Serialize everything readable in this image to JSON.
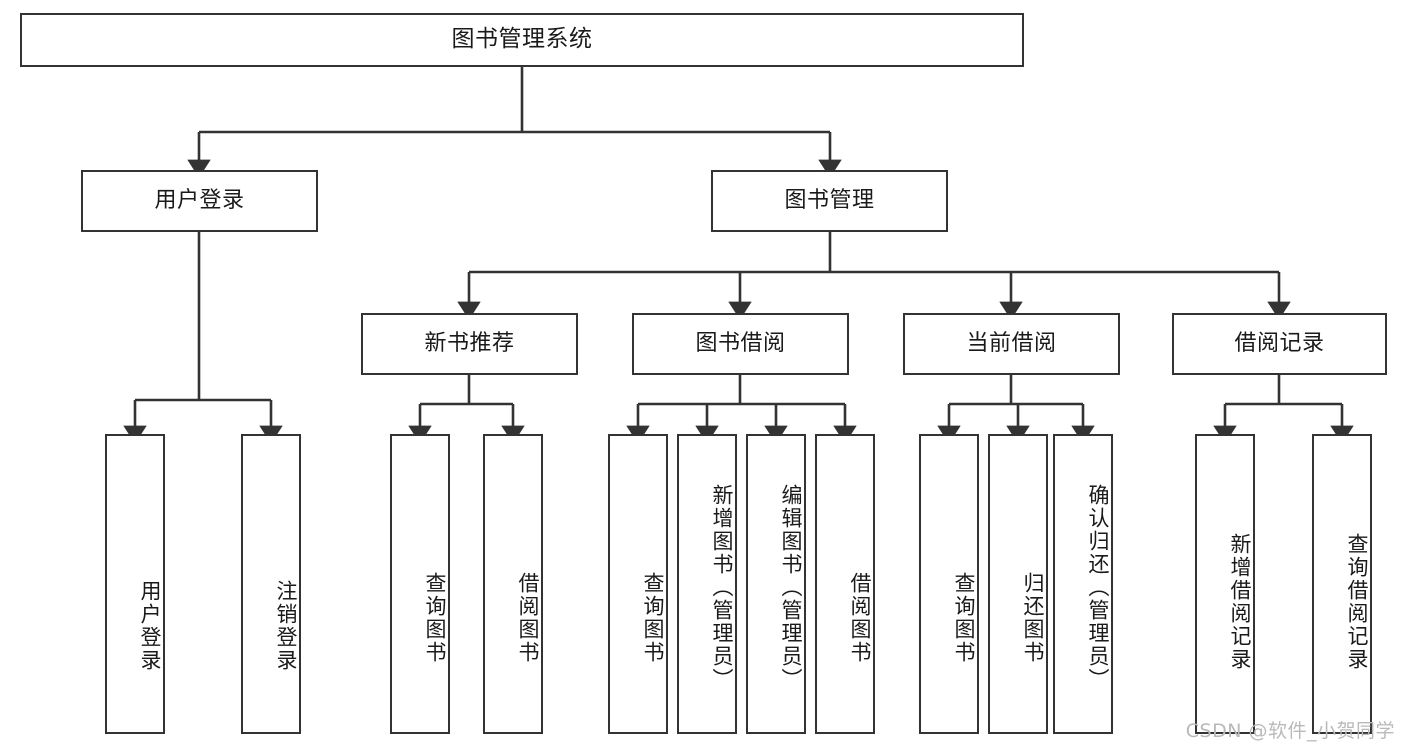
{
  "diagram": {
    "title": "图书管理系统",
    "type": "tree-hierarchy",
    "stroke_color": "#333333",
    "background_color": "#ffffff",
    "text_color": "#1a1a1a"
  },
  "root": {
    "label": "图书管理系统"
  },
  "level2": [
    {
      "label": "用户登录"
    },
    {
      "label": "图书管理"
    }
  ],
  "level3": [
    {
      "label": "新书推荐"
    },
    {
      "label": "图书借阅"
    },
    {
      "label": "当前借阅"
    },
    {
      "label": "借阅记录"
    }
  ],
  "leaves": {
    "user_login": [
      {
        "label": "用户登录"
      },
      {
        "label": "注销登录"
      }
    ],
    "new_book_recommend": [
      {
        "label": "查询图书"
      },
      {
        "label": "借阅图书"
      }
    ],
    "book_borrow": [
      {
        "label": "查询图书"
      },
      {
        "label": "新增图书（管理员）"
      },
      {
        "label": "编辑图书（管理员）"
      },
      {
        "label": "借阅图书"
      }
    ],
    "current_borrow": [
      {
        "label": "查询图书"
      },
      {
        "label": "归还图书"
      },
      {
        "label": "确认归还（管理员）"
      }
    ],
    "borrow_record": [
      {
        "label": "新增借阅记录"
      },
      {
        "label": "查询借阅记录"
      }
    ]
  },
  "watermark": {
    "text": "CSDN @软件_小贺同学"
  }
}
